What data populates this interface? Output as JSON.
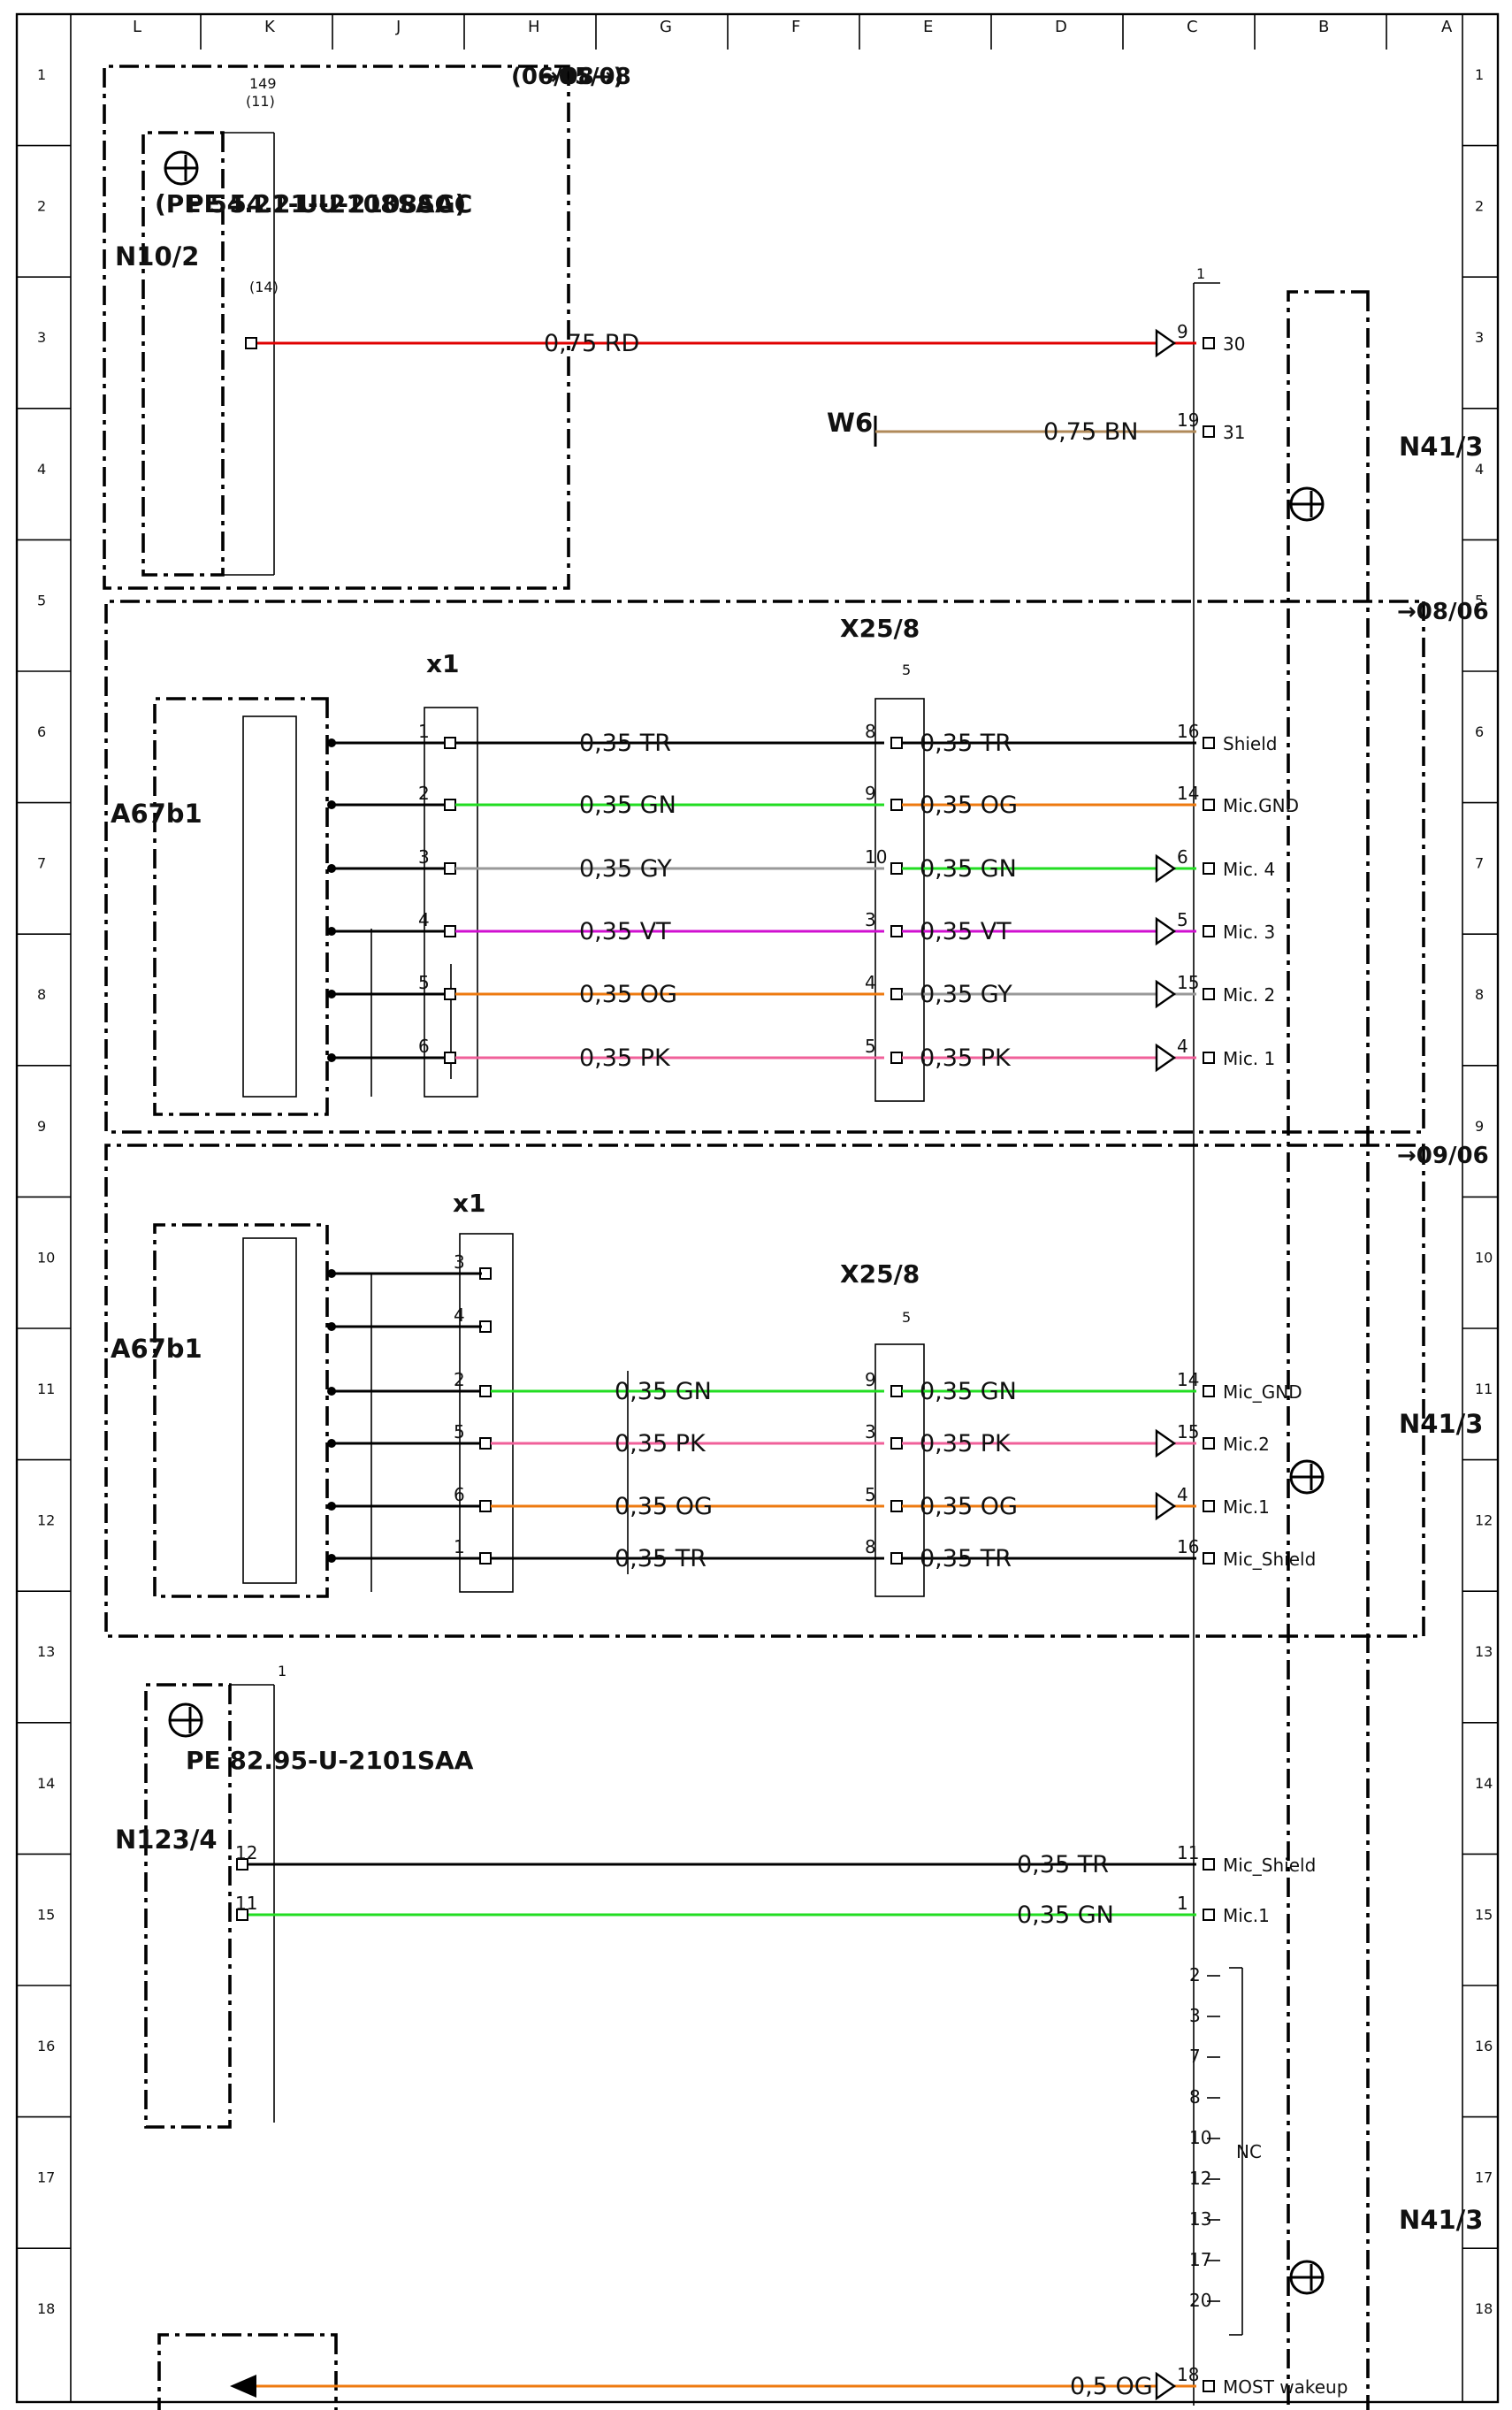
{
  "column_letters": [
    "L",
    "K",
    "J",
    "H",
    "G",
    "F",
    "E",
    "D",
    "C",
    "B",
    "A"
  ],
  "row_numbers": [
    "1",
    "2",
    "3",
    "4",
    "5",
    "6",
    "7",
    "8",
    "9",
    "10",
    "11",
    "12",
    "13",
    "14",
    "15",
    "16",
    "17",
    "18"
  ],
  "components": {
    "n10_2": {
      "id": "N10/2",
      "notes": [
        "PE 54.21-U-2108SAC",
        "(PE 54.21-U-2108SAG)"
      ],
      "note_icon": "pointing-hand-icon",
      "module_icon": "ground-symbol-icon",
      "pin_ref": "(14)",
      "ref_top": "149",
      "ref_top2": "(11)",
      "version_a": "05/08",
      "version_b": "(06/08",
      "version_arrow": "→"
    },
    "a67b1_top": {
      "id": "A67b1",
      "connector": "x1"
    },
    "a67b1_bottom": {
      "id": "A67b1",
      "connector": "x1"
    },
    "x25_8_top": {
      "id": "X25/8",
      "index": "5"
    },
    "x25_8_bottom": {
      "id": "X25/8",
      "index": "5"
    },
    "n41_3": {
      "id": "N41/3",
      "index": "1"
    },
    "n123_4": {
      "id": "N123/4",
      "notes": [
        "PE 82.95-U-2101SAA"
      ],
      "ref_top": "1"
    },
    "w6": {
      "id": "W6"
    },
    "version_marks": {
      "top": "08/06",
      "bottom": "09/06",
      "arrow": "→"
    },
    "nc_label": "NC"
  },
  "wires": [
    {
      "id": "rd",
      "label": "0,75 RD",
      "color": "#e00000",
      "pin_from": "(14)",
      "pin_to": "9",
      "target": "30"
    },
    {
      "id": "bn",
      "label": "0,75 BN",
      "color": "#b08a5a",
      "pin_to": "19",
      "target": "31"
    },
    {
      "id": "t1",
      "label_a": "0,35 TR",
      "label_b": "0,35 TR",
      "color": "#000000",
      "pin_x1": "1",
      "pin_x25": "8",
      "pin_n41": "16",
      "target": "Shield"
    },
    {
      "id": "t2",
      "label_a": "0,35 GN",
      "label_b": "0,35 OG",
      "color_a": "#22dd22",
      "color_b": "#ee7a10",
      "pin_x1": "2",
      "pin_x25": "9",
      "pin_n41": "14",
      "target": "Mic.GND"
    },
    {
      "id": "t3",
      "label_a": "0,35 GY",
      "label_b": "0,35 GN",
      "color_a": "#999999",
      "color_b": "#22dd22",
      "pin_x1": "3",
      "pin_x25": "10",
      "pin_n41": "6",
      "target": "Mic. 4"
    },
    {
      "id": "t4",
      "label_a": "0,35 VT",
      "label_b": "0,35 VT",
      "color": "#d010d0",
      "pin_x1": "4",
      "pin_x25": "3",
      "pin_n41": "5",
      "target": "Mic. 3"
    },
    {
      "id": "t5",
      "label_a": "0,35 OG",
      "label_b": "0,35 GY",
      "color_a": "#ee7a10",
      "color_b": "#999999",
      "pin_x1": "5",
      "pin_x25": "4",
      "pin_n41": "15",
      "target": "Mic. 2"
    },
    {
      "id": "t6",
      "label_a": "0,35 PK",
      "label_b": "0,35 PK",
      "color": "#f0609a",
      "pin_x1": "6",
      "pin_x25": "5",
      "pin_n41": "4",
      "target": "Mic. 1"
    },
    {
      "id": "b1",
      "label_a": "0,35 GN",
      "label_b": "0,35 GN",
      "color": "#22dd22",
      "pin_x1": "2",
      "pin_x25": "9",
      "pin_n41": "14",
      "target": "Mic_GND"
    },
    {
      "id": "b2",
      "label_a": "0,35 PK",
      "label_b": "0,35 PK",
      "color": "#f0609a",
      "pin_x1": "5",
      "pin_x25": "3",
      "pin_n41": "15",
      "target": "Mic.2"
    },
    {
      "id": "b3",
      "label_a": "0,35 OG",
      "label_b": "0,35 OG",
      "color": "#ee7a10",
      "pin_x1": "6",
      "pin_x25": "5",
      "pin_n41": "4",
      "target": "Mic.1"
    },
    {
      "id": "b4",
      "label_a": "0,35 TR",
      "label_b": "0,35 TR",
      "color": "#000000",
      "pin_x1": "1",
      "pin_x25": "8",
      "pin_n41": "16",
      "target": "Mic_Shield"
    },
    {
      "id": "n1",
      "label": "0,35 TR",
      "color": "#000000",
      "pin_n123": "12",
      "pin_n41": "11",
      "target": "Mic_Shield"
    },
    {
      "id": "n2",
      "label": "0,35 GN",
      "color": "#22dd22",
      "pin_n123": "11",
      "pin_n41": "1",
      "target": "Mic.1"
    },
    {
      "id": "mw",
      "label": "0,5 OG",
      "color": "#ee7a10",
      "pin_n41": "18",
      "target": "MOST wakeup"
    }
  ],
  "x1_bottom_extra_pins": [
    "3",
    "4"
  ],
  "nc_pins": [
    "2",
    "3",
    "7",
    "8",
    "10",
    "12",
    "13",
    "17",
    "20"
  ]
}
